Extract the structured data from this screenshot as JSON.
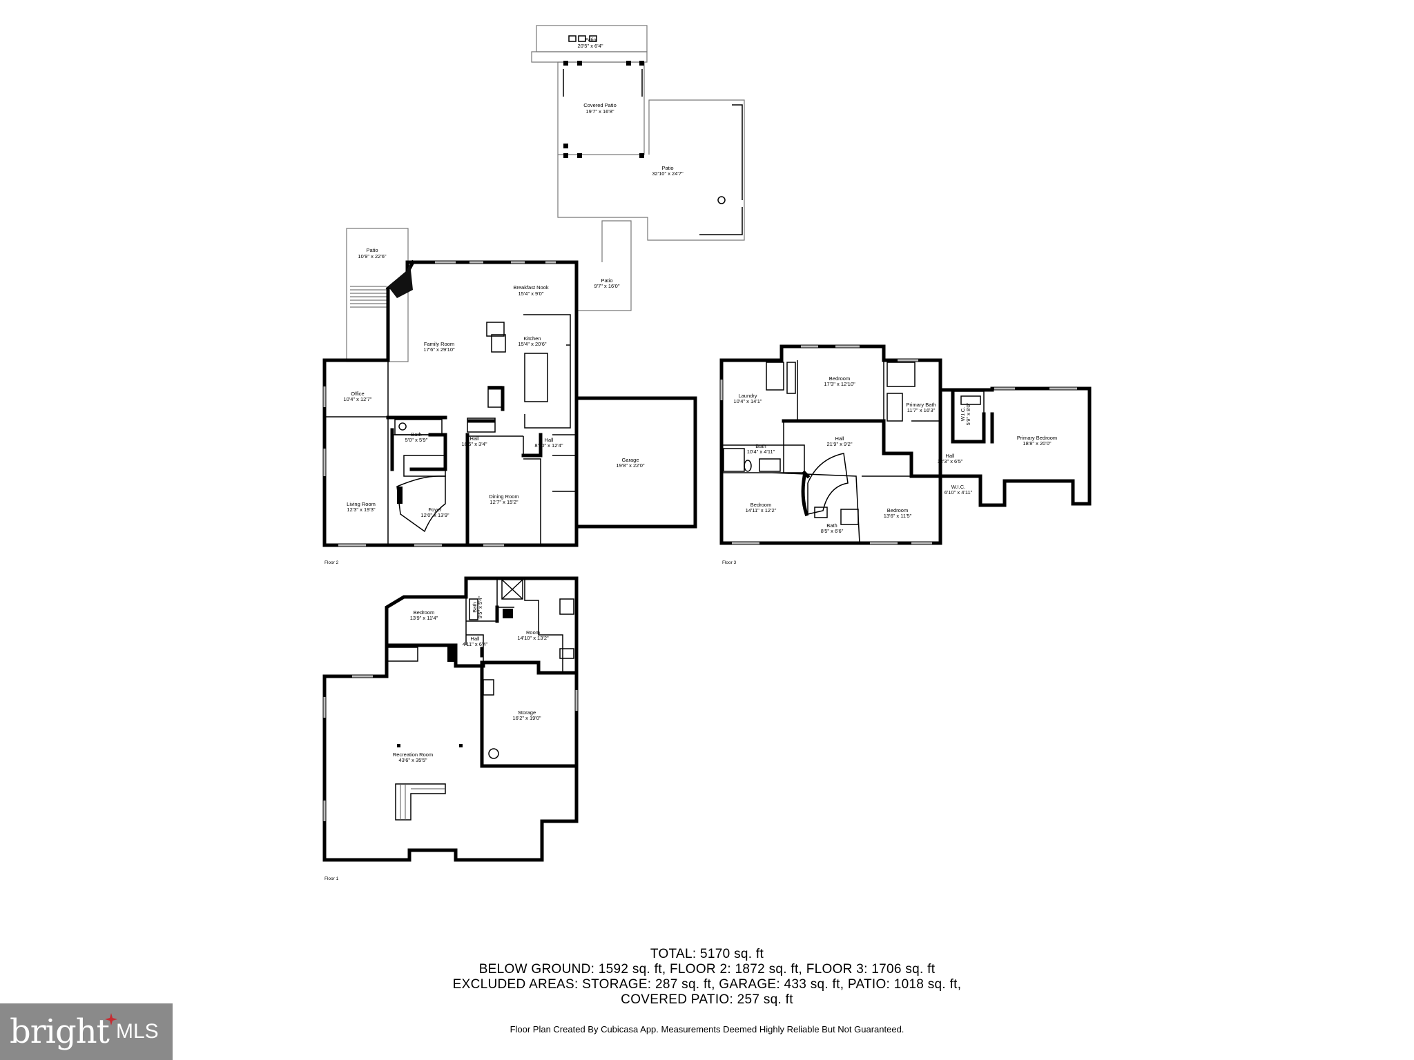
{
  "floors": {
    "floor2": {
      "label": "Floor 2",
      "rooms": {
        "patio_top": {
          "name": "Patio",
          "dims": "20'5\" x 6'4\""
        },
        "covered_patio": {
          "name": "Covered Patio",
          "dims": "19'7\" x 16'8\""
        },
        "patio_large": {
          "name": "Patio",
          "dims": "32'10\" x 24'7\""
        },
        "patio_left": {
          "name": "Patio",
          "dims": "10'9\" x 22'6\""
        },
        "patio_right": {
          "name": "Patio",
          "dims": "9'7\" x 16'0\""
        },
        "breakfast_nook": {
          "name": "Breakfast Nook",
          "dims": "15'4\" x 9'0\""
        },
        "kitchen": {
          "name": "Kitchen",
          "dims": "15'4\" x 20'6\""
        },
        "family_room": {
          "name": "Family Room",
          "dims": "17'6\" x 29'10\""
        },
        "office": {
          "name": "Office",
          "dims": "10'4\" x 12'7\""
        },
        "bath": {
          "name": "Bath",
          "dims": "5'0\" x 5'9\""
        },
        "hall_a": {
          "name": "Hall",
          "dims": "16'6\" x 3'4\""
        },
        "hall_b": {
          "name": "Hall",
          "dims": "8'10\" x 12'4\""
        },
        "garage": {
          "name": "Garage",
          "dims": "19'8\" x 22'0\""
        },
        "living_room": {
          "name": "Living Room",
          "dims": "12'3\" x 19'3\""
        },
        "foyer": {
          "name": "Foyer",
          "dims": "12'0\" x 13'9\""
        },
        "dining_room": {
          "name": "Dining Room",
          "dims": "12'7\" x 15'2\""
        }
      }
    },
    "floor3": {
      "label": "Floor 3",
      "rooms": {
        "laundry": {
          "name": "Laundry",
          "dims": "10'4\" x 14'1\""
        },
        "bedroom_top": {
          "name": "Bedroom",
          "dims": "17'3\" x 12'10\""
        },
        "primary_bath": {
          "name": "Primary Bath",
          "dims": "11'7\" x 16'3\""
        },
        "wic_top": {
          "name": "W.I.C.",
          "dims": "5'9\" x 8'0\""
        },
        "primary_bedroom": {
          "name": "Primary Bedroom",
          "dims": "18'8\" x 20'0\""
        },
        "bath_left": {
          "name": "Bath",
          "dims": "10'4\" x 4'11\""
        },
        "hall_main": {
          "name": "Hall",
          "dims": "21'9\" x 9'2\""
        },
        "hall_small": {
          "name": "Hall",
          "dims": "12'3\" x 6'5\""
        },
        "wic_bottom": {
          "name": "W.I.C.",
          "dims": "6'10\" x 4'11\""
        },
        "bedroom_left": {
          "name": "Bedroom",
          "dims": "14'11\" x 12'2\""
        },
        "bath_mid": {
          "name": "Bath",
          "dims": "8'5\" x 6'6\""
        },
        "bedroom_right": {
          "name": "Bedroom",
          "dims": "13'6\" x 11'5\""
        }
      }
    },
    "floor1": {
      "label": "Floor 1",
      "rooms": {
        "bedroom": {
          "name": "Bedroom",
          "dims": "13'9\" x 11'4\""
        },
        "bath": {
          "name": "Bath",
          "dims": "9'5\" x 5'4\""
        },
        "hall": {
          "name": "Hall",
          "dims": "4'11\" x 6'4\""
        },
        "room": {
          "name": "Room",
          "dims": "14'10\" x 13'2\""
        },
        "storage": {
          "name": "Storage",
          "dims": "16'2\" x 19'0\""
        },
        "recreation_room": {
          "name": "Recreation Room",
          "dims": "43'6\" x 35'5\""
        }
      }
    }
  },
  "summary": {
    "total": "TOTAL: 5170 sq. ft",
    "line2": "BELOW GROUND: 1592 sq. ft, FLOOR 2: 1872 sq. ft, FLOOR 3: 1706 sq. ft",
    "line3": "EXCLUDED AREAS: STORAGE: 287 sq. ft, GARAGE: 433 sq. ft, PATIO: 1018 sq. ft,",
    "line4": "COVERED PATIO: 257 sq. ft"
  },
  "disclaimer": "Floor Plan Created By Cubicasa App. Measurements Deemed Highly Reliable But Not Guaranteed.",
  "logo": {
    "brand": "bright",
    "suffix": "MLS"
  }
}
